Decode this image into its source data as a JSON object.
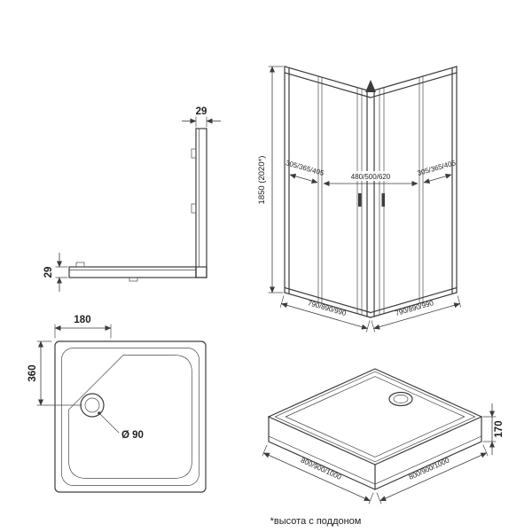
{
  "colors": {
    "line": "#3c3c3c",
    "text": "#1f1f1f",
    "background": "#ffffff"
  },
  "footnote": "*высота с поддоном",
  "views": {
    "corner_profile": {
      "profile_width_top": "29",
      "profile_width_side": "29"
    },
    "enclosure": {
      "height": "1850 (2020*)",
      "left_panel_width": "305/365/405",
      "door_opening_width": "480/500/620",
      "right_panel_width": "305/365/405",
      "left_side_width": "790/890/990",
      "right_side_width": "790/890/990"
    },
    "tray_plan": {
      "drain_offset_x": "180",
      "drain_offset_y": "360",
      "drain_diameter": "Ø 90"
    },
    "tray_iso": {
      "tray_height": "170",
      "left_side_width": "800/900/1000",
      "right_side_width": "800/900/1000"
    }
  }
}
